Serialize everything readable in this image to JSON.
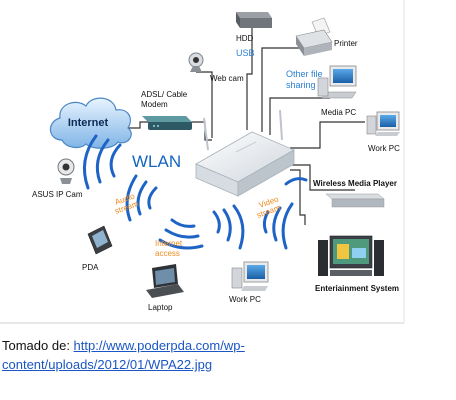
{
  "diagram": {
    "labels": {
      "internet": "Internet",
      "modem_line1": "ADSL/ Cable",
      "modem_line2": "Modem",
      "hdd": "HDD",
      "usb": "USB",
      "printer": "Printer",
      "webcam": "Web cam",
      "other_file_line1": "Other file",
      "other_file_line2": "sharing",
      "media_pc": "Media PC",
      "work_pc_right": "Work PC",
      "wlan": "WLAN",
      "asus_ip_cam": "ASUS IP Cam",
      "audio_line1": "Audio",
      "audio_line2": "stream",
      "internet_access_line1": "Internet",
      "internet_access_line2": "access",
      "video_line1": "Video",
      "video_line2": "stream",
      "wireless_media_player": "Wireless Media Player",
      "pda": "PDA",
      "laptop": "Laptop",
      "work_pc_bottom": "Work PC",
      "entertainment_system": "Enteriainment System"
    },
    "colors": {
      "link_line": "#333333",
      "wave": "#1e63c6",
      "accent_blue": "#2a7fd4",
      "accent_orange": "#f08a1c"
    }
  },
  "caption": {
    "prefix": "Tomado de: ",
    "link_text": "http://www.poderpda.com/wp-content/uploads/2012/01/WPA22.jpg"
  }
}
